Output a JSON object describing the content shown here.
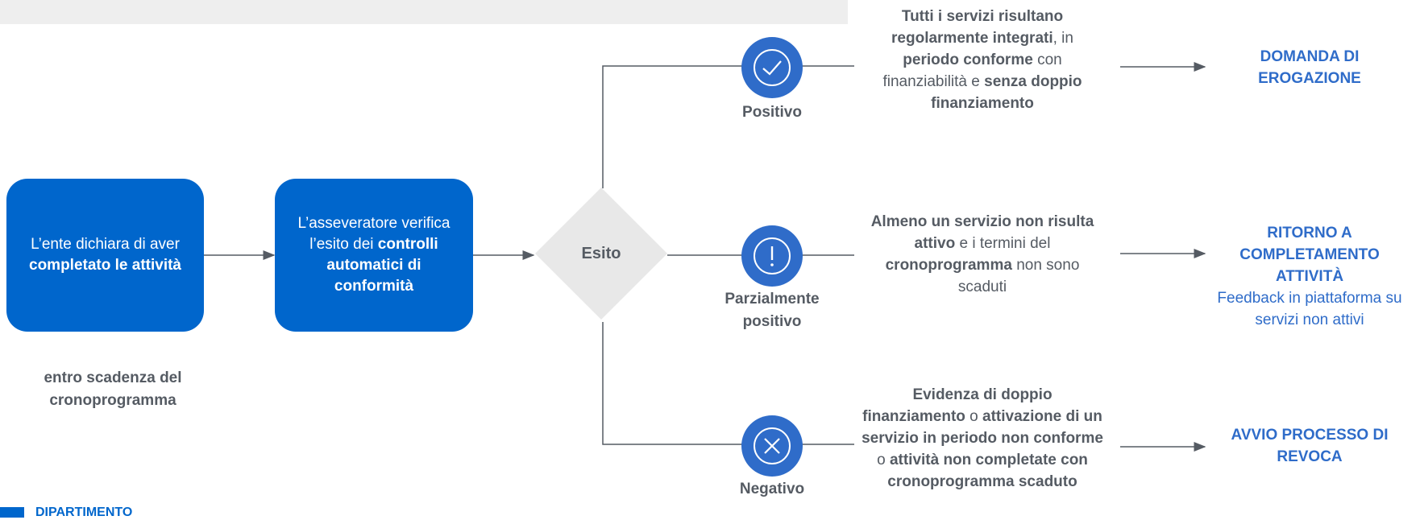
{
  "colors": {
    "primary": "#0066cc",
    "circle": "#2f6cc9",
    "text": "#555b63",
    "diamond": "#e8e8e8"
  },
  "start_box": {
    "pre": "L’ente dichiara di aver ",
    "bold": "completato le attività"
  },
  "check_box": {
    "pre": "L’asseveratore verifica l’esito dei ",
    "bold": "controlli automatici di conformità"
  },
  "deadline_note": "entro scadenza del cronoprogramma",
  "decision": {
    "label": "Esito"
  },
  "outcomes": [
    {
      "label": "Positivo",
      "icon": "check-icon",
      "condition": [
        {
          "b": true,
          "t": "Tutti i servizi risultano regolarmente integrati"
        },
        {
          "b": false,
          "t": ", in "
        },
        {
          "b": true,
          "t": "periodo conforme"
        },
        {
          "b": false,
          "t": " con finanziabilità e "
        },
        {
          "b": true,
          "t": "senza doppio finanziamento"
        }
      ],
      "result_title": "DOMANDA DI EROGAZIONE",
      "result_note": ""
    },
    {
      "label": "Parzialmente positivo",
      "icon": "exclamation-icon",
      "condition": [
        {
          "b": true,
          "t": "Almeno un servizio non risulta attivo"
        },
        {
          "b": false,
          "t": " e i termini del "
        },
        {
          "b": true,
          "t": "cronoprogramma"
        },
        {
          "b": false,
          "t": " non sono scaduti"
        }
      ],
      "result_title": "RITORNO A COMPLETAMENTO ATTIVITÀ",
      "result_note": "Feedback in piattaforma su servizi non attivi"
    },
    {
      "label": "Negativo",
      "icon": "x-circle-icon",
      "condition": [
        {
          "b": true,
          "t": "Evidenza di doppio finanziamento"
        },
        {
          "b": false,
          "t": " o "
        },
        {
          "b": true,
          "t": "attivazione di un servizio in periodo non conforme"
        },
        {
          "b": false,
          "t": " o "
        },
        {
          "b": true,
          "t": "attività non completate con cronoprogramma scaduto"
        }
      ],
      "result_title": "AVVIO PROCESSO DI REVOCA",
      "result_note": ""
    }
  ],
  "footer": {
    "label": "DIPARTIMENTO"
  }
}
